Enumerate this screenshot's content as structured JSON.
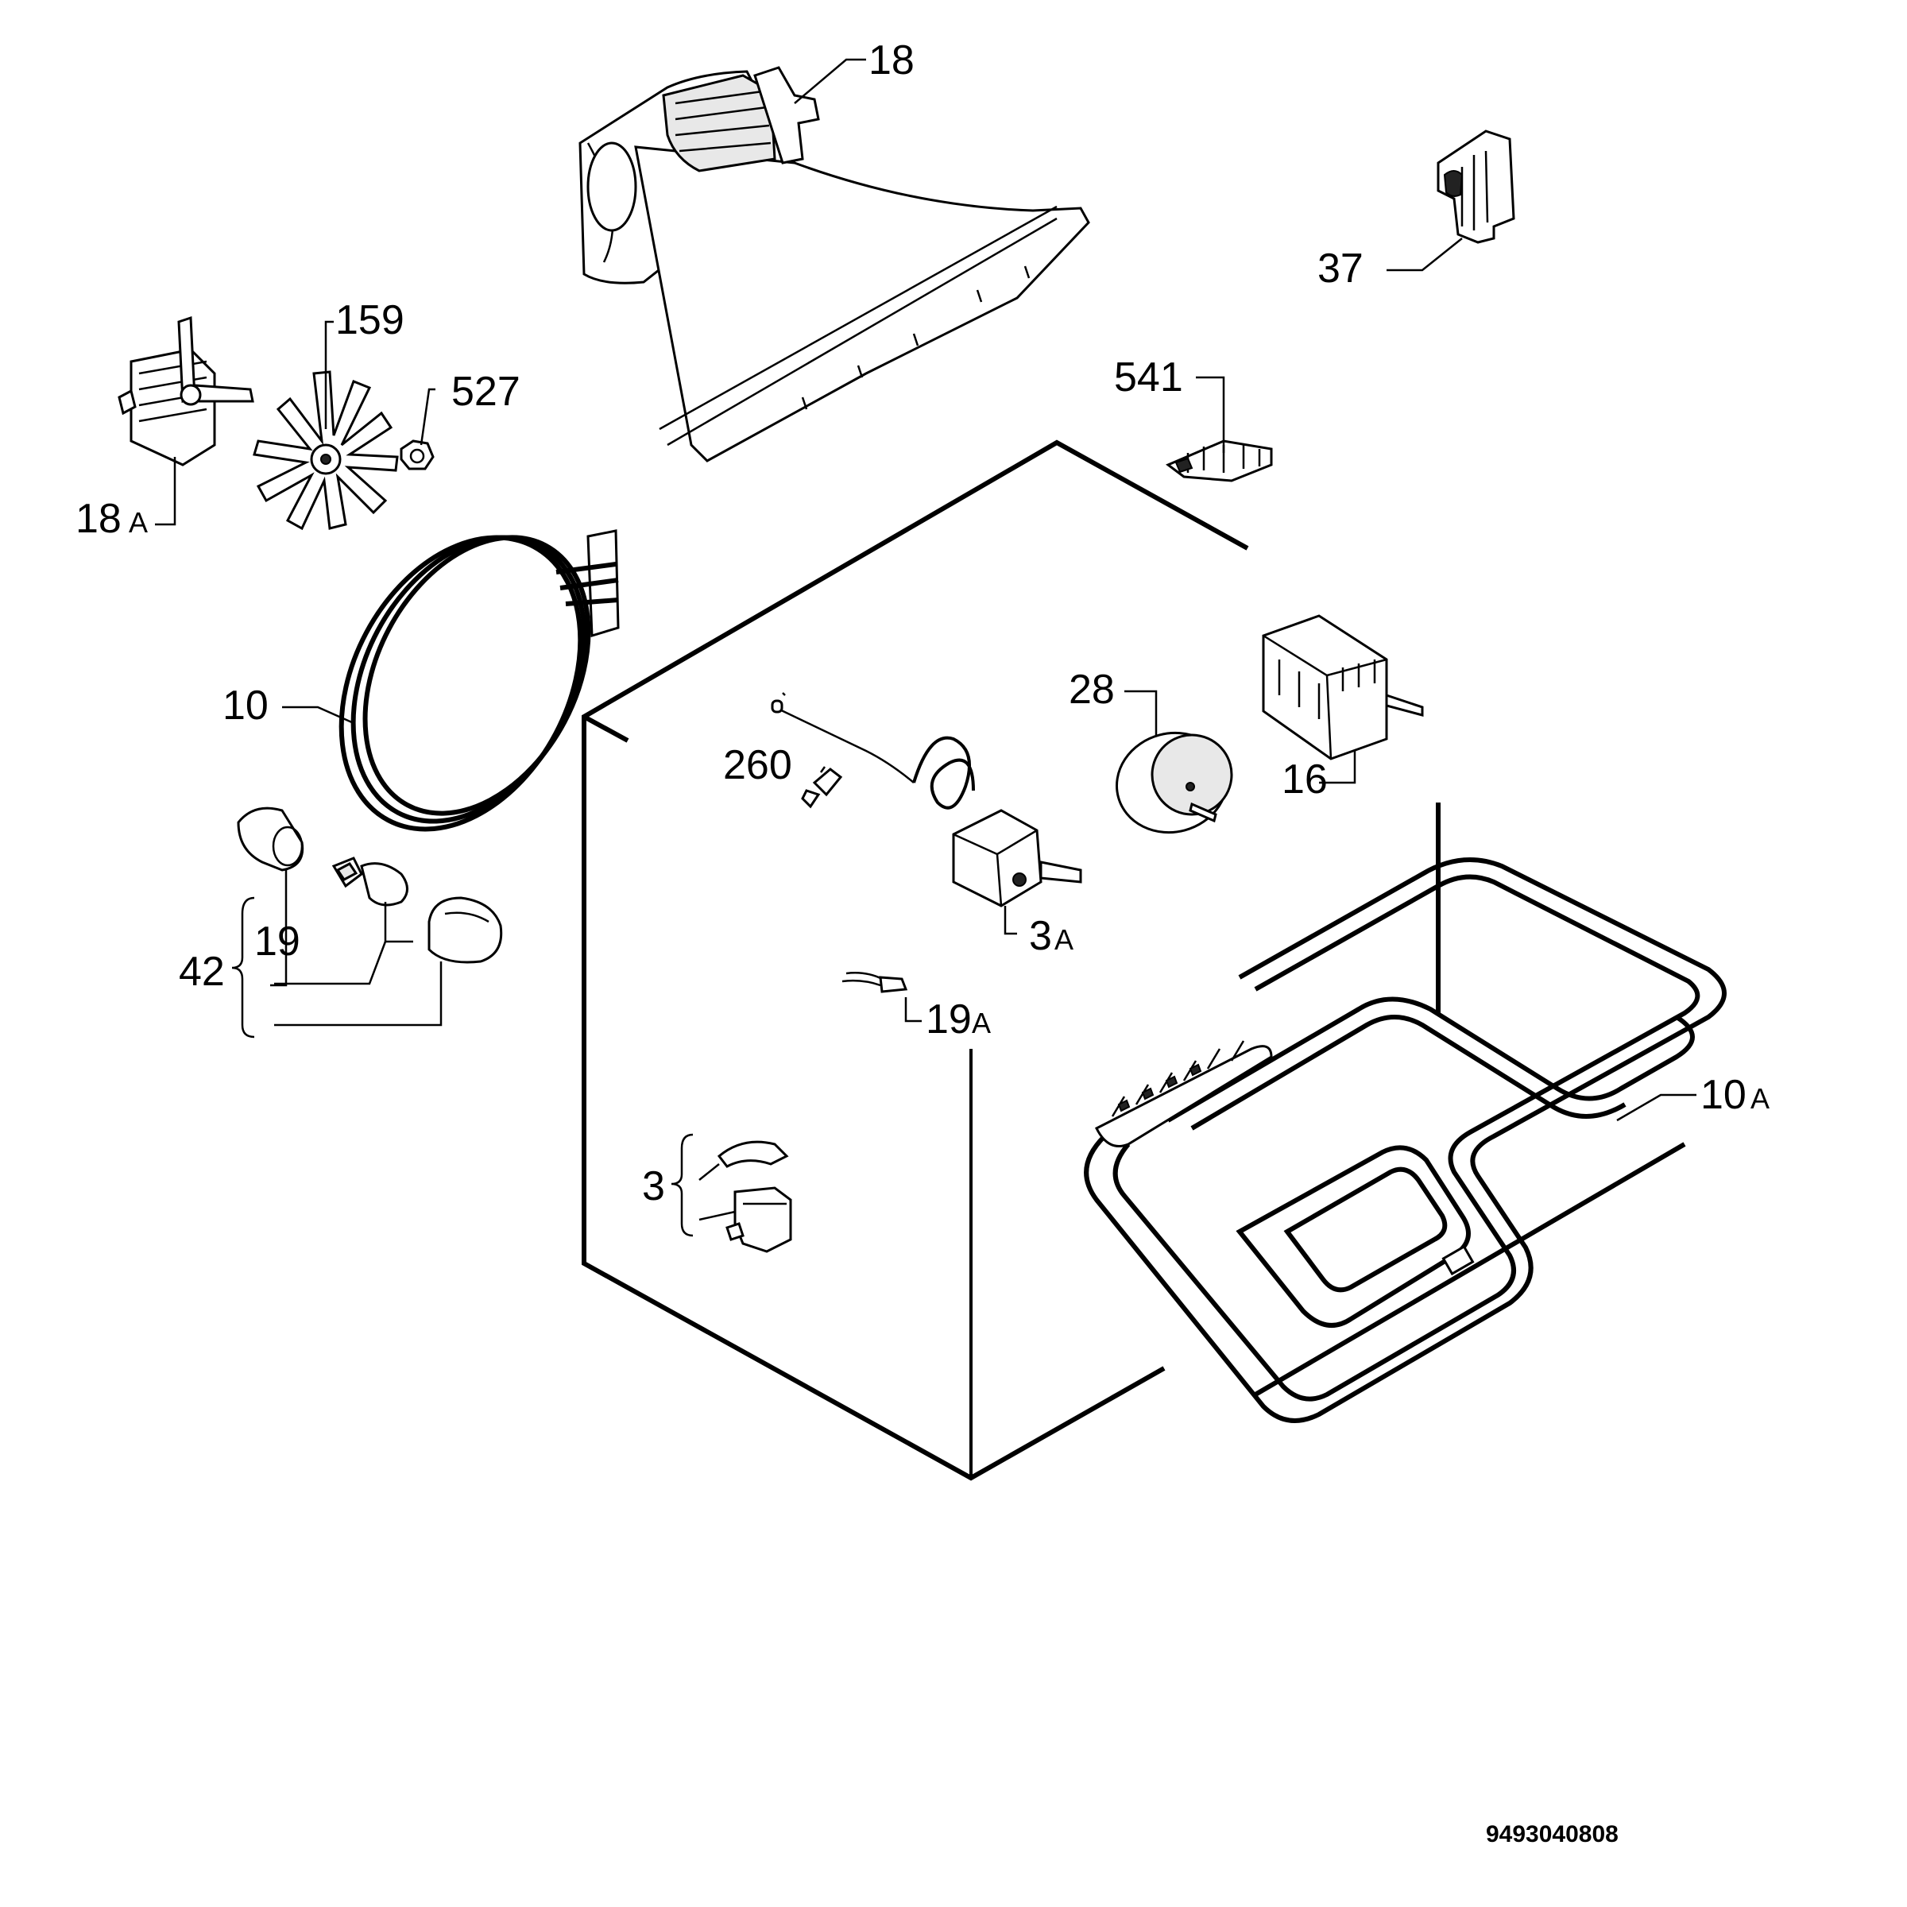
{
  "labels": {
    "l18": "18",
    "l37": "37",
    "l159": "159",
    "l527": "527",
    "l541": "541",
    "l18a_num": "18",
    "l18a_suf": "A",
    "l10": "10",
    "l28": "28",
    "l16": "16",
    "l260": "260",
    "l3a_num": "3",
    "l3a_suf": "A",
    "l42": "42",
    "l19": "19",
    "l19a_num": "19",
    "l19a_suf": "A",
    "l10a_num": "10",
    "l10a_suf": "A",
    "l3": "3"
  },
  "document_number": "9493040808"
}
